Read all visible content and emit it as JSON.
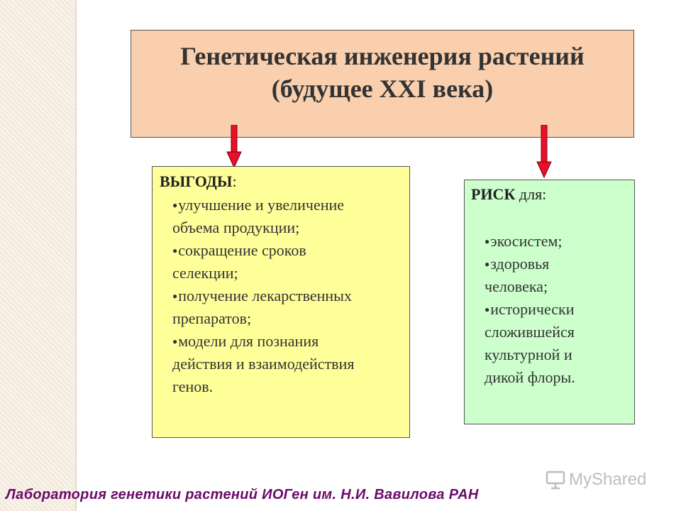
{
  "title": {
    "line1": "Генетическая инженерия растений",
    "line2": "(будущее XXI века)"
  },
  "benefits": {
    "heading": "ВЫГОДЫ",
    "heading_suffix": ":",
    "items": [
      [
        "улучшение и увеличение",
        "объема продукции;"
      ],
      [
        "сокращение сроков",
        "селекции;"
      ],
      [
        "получение лекарственных",
        "препаратов;"
      ],
      [
        "модели для познания",
        "действия и взаимодействия",
        "генов."
      ]
    ]
  },
  "risk": {
    "heading": "РИСК",
    "heading_suffix": " для:",
    "items": [
      [
        "экосистем;"
      ],
      [
        "здоровья",
        "человека;"
      ],
      [
        "исторически",
        "сложившейся",
        "культурной и",
        "дикой флоры."
      ]
    ]
  },
  "footer": "Лаборатория генетики растений ИОГен им. Н.И. Вавилова РАН",
  "watermark": "MyShared",
  "colors": {
    "title_fill": "#f9cfae",
    "benefits_fill": "#ffff99",
    "risk_fill": "#ccffcc",
    "arrow": "#e8102a",
    "footer_text": "#6b0a6b"
  },
  "icons": [
    "arrow-down-icon",
    "bullet-icon",
    "presentation-screen-icon"
  ]
}
